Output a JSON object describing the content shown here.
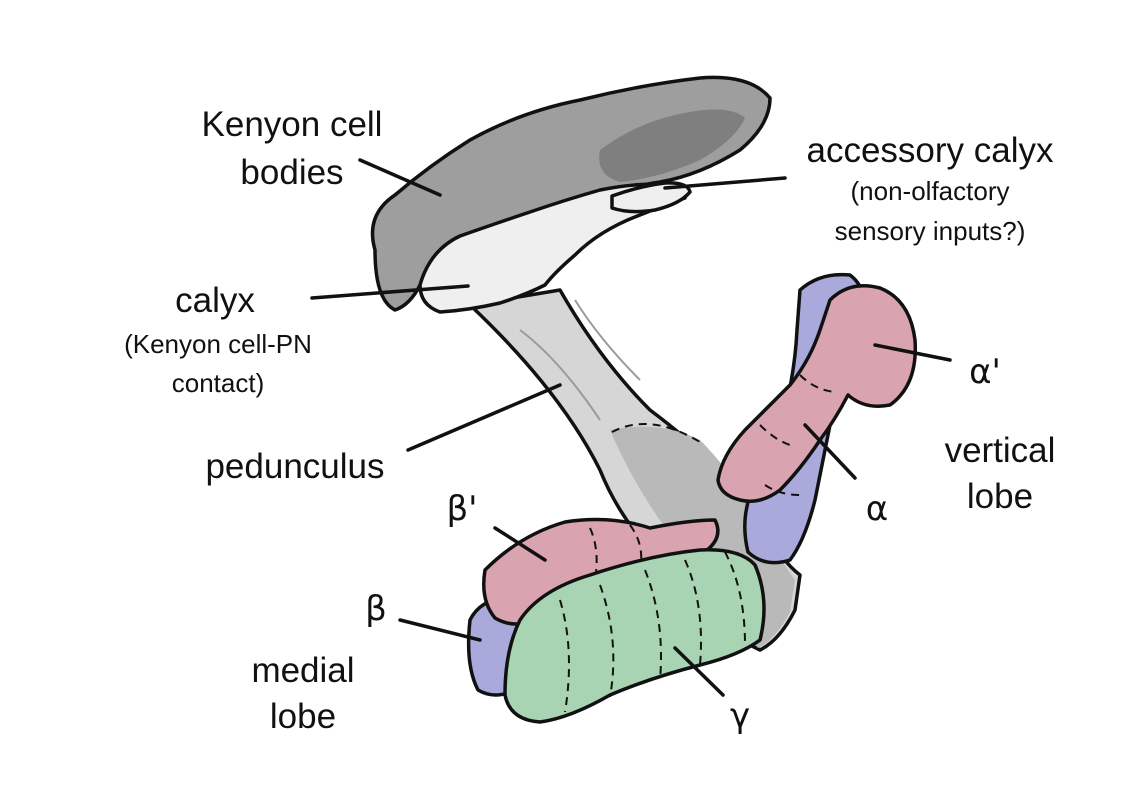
{
  "labels": {
    "kenyon_cell_bodies": [
      "Kenyon cell",
      "bodies"
    ],
    "accessory_calyx": "accessory calyx",
    "accessory_calyx_note": [
      "(non-olfactory",
      "sensory inputs?)"
    ],
    "calyx": "calyx",
    "calyx_note": [
      "(Kenyon cell-PN",
      "contact)"
    ],
    "pedunculus": "pedunculus",
    "alpha_prime": "α'",
    "alpha": "α",
    "vertical_lobe": [
      "vertical",
      "lobe"
    ],
    "beta_prime": "β'",
    "beta": "β",
    "gamma": "γ",
    "medial_lobe": [
      "medial",
      "lobe"
    ]
  },
  "colors": {
    "cell_bodies": "#9e9e9e",
    "cell_bodies_dark": "#7f7f7f",
    "calyx": "#efefef",
    "pedunculus": "#d6d6d6",
    "pedunculus_dark": "#b9b9b9",
    "alpha_prime_beta_prime": "#d9a3b0",
    "alpha_beta": "#a9a9dc",
    "gamma": "#a8d4b4",
    "outline": "#111111"
  }
}
